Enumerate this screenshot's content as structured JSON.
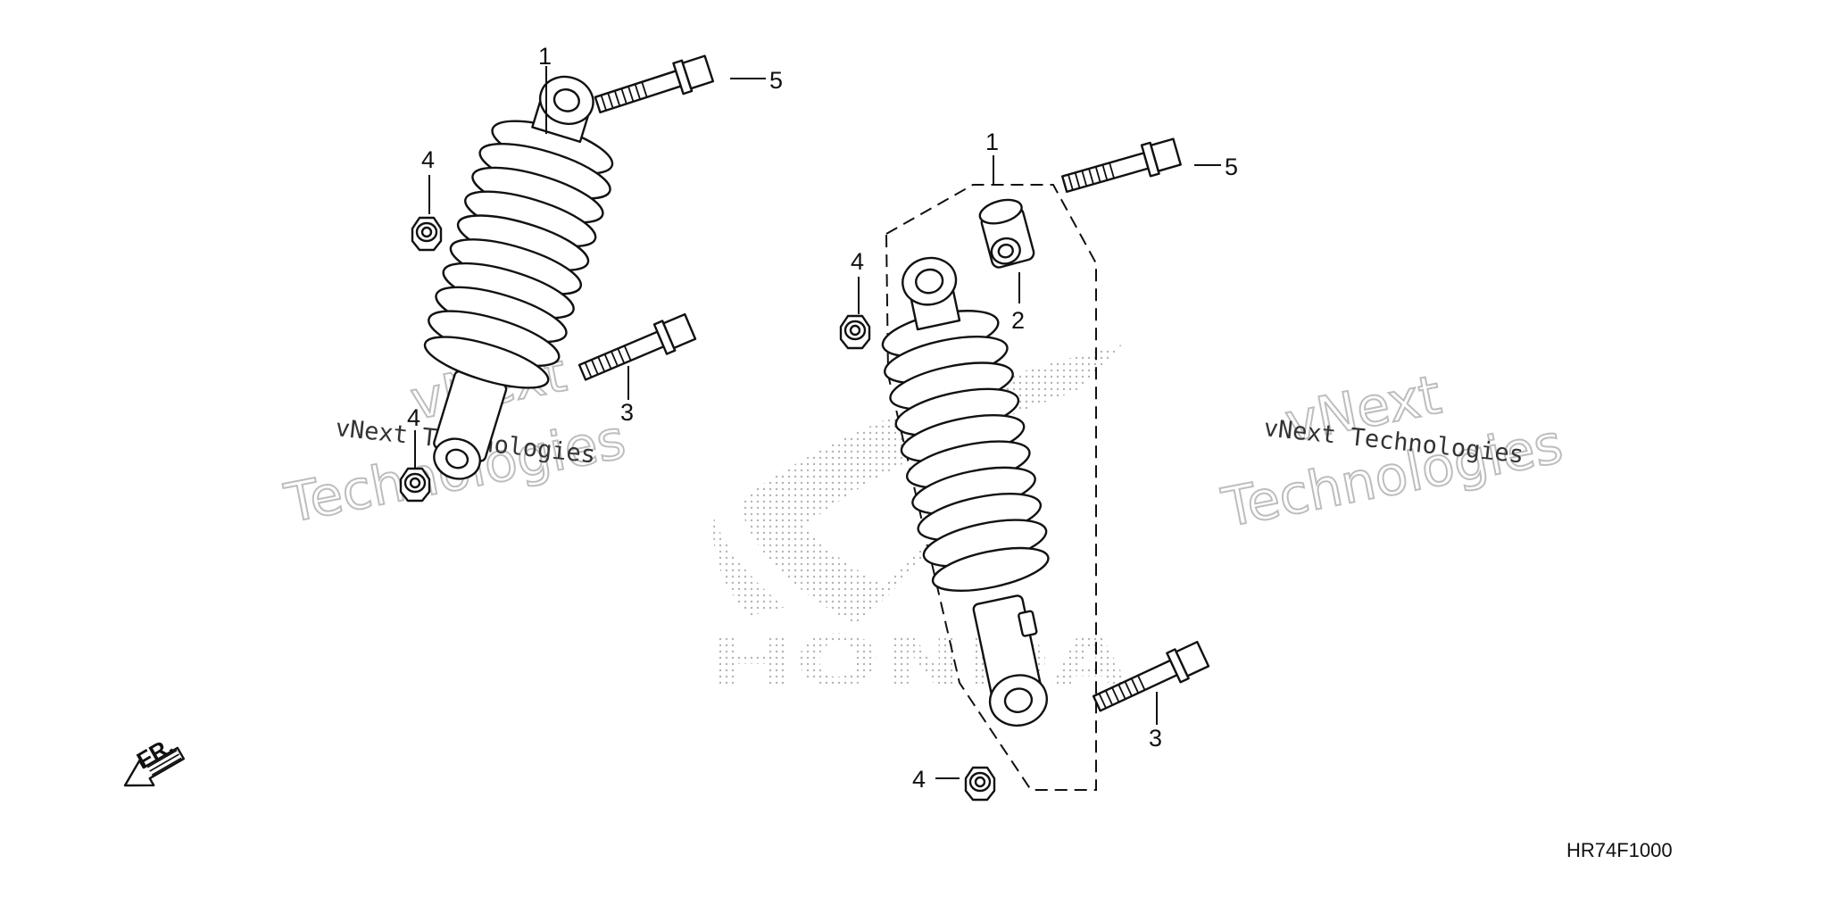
{
  "diagram_code": "HR74F1000",
  "direction_label": "FR.",
  "logo_text": "HONDA",
  "watermark": {
    "line1": "vNext Technologies",
    "line2a": "vNext",
    "line2b": "Technologies"
  },
  "callouts": {
    "left_shock": "1",
    "left_bolt_top": "5",
    "left_nut_top": "4",
    "left_bolt_mid": "3",
    "left_nut_bottom": "4",
    "right_group": "1",
    "right_bolt_top": "5",
    "right_bushing": "2",
    "right_nut_top": "4",
    "right_bolt_bottom": "3",
    "right_nut_bottom": "4"
  }
}
